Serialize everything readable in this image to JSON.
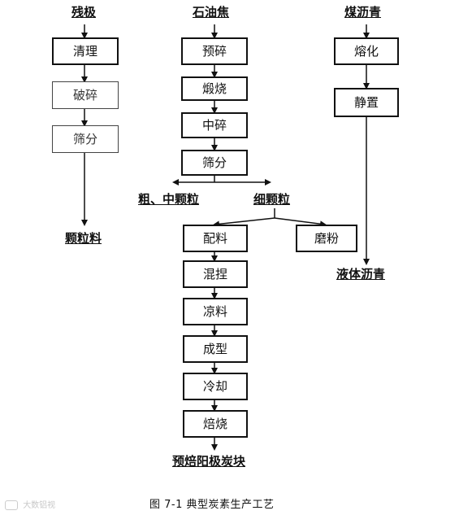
{
  "sources": {
    "residual_anode": "残极",
    "petroleum_coke": "石油焦",
    "coal_pitch": "煤沥青"
  },
  "left_steps": [
    "清理",
    "破碎",
    "筛分"
  ],
  "middle_steps_top": [
    "预碎",
    "煅烧",
    "中碎",
    "筛分"
  ],
  "middle_steps_bottom": [
    "配料",
    "混捏",
    "凉料",
    "成型",
    "冷却",
    "焙烧"
  ],
  "right_steps": [
    "熔化",
    "静置"
  ],
  "grinding_step": "磨粉",
  "outputs": {
    "granular_material": "颗粒料",
    "coarse_medium": "粗、中颗粒",
    "fine": "细颗粒",
    "liquid_pitch": "液体沥青",
    "prebaked_anode": "预焙阳极炭块"
  },
  "caption": "图 7-1    典型炭素生产工艺",
  "watermark": "大数铝视"
}
